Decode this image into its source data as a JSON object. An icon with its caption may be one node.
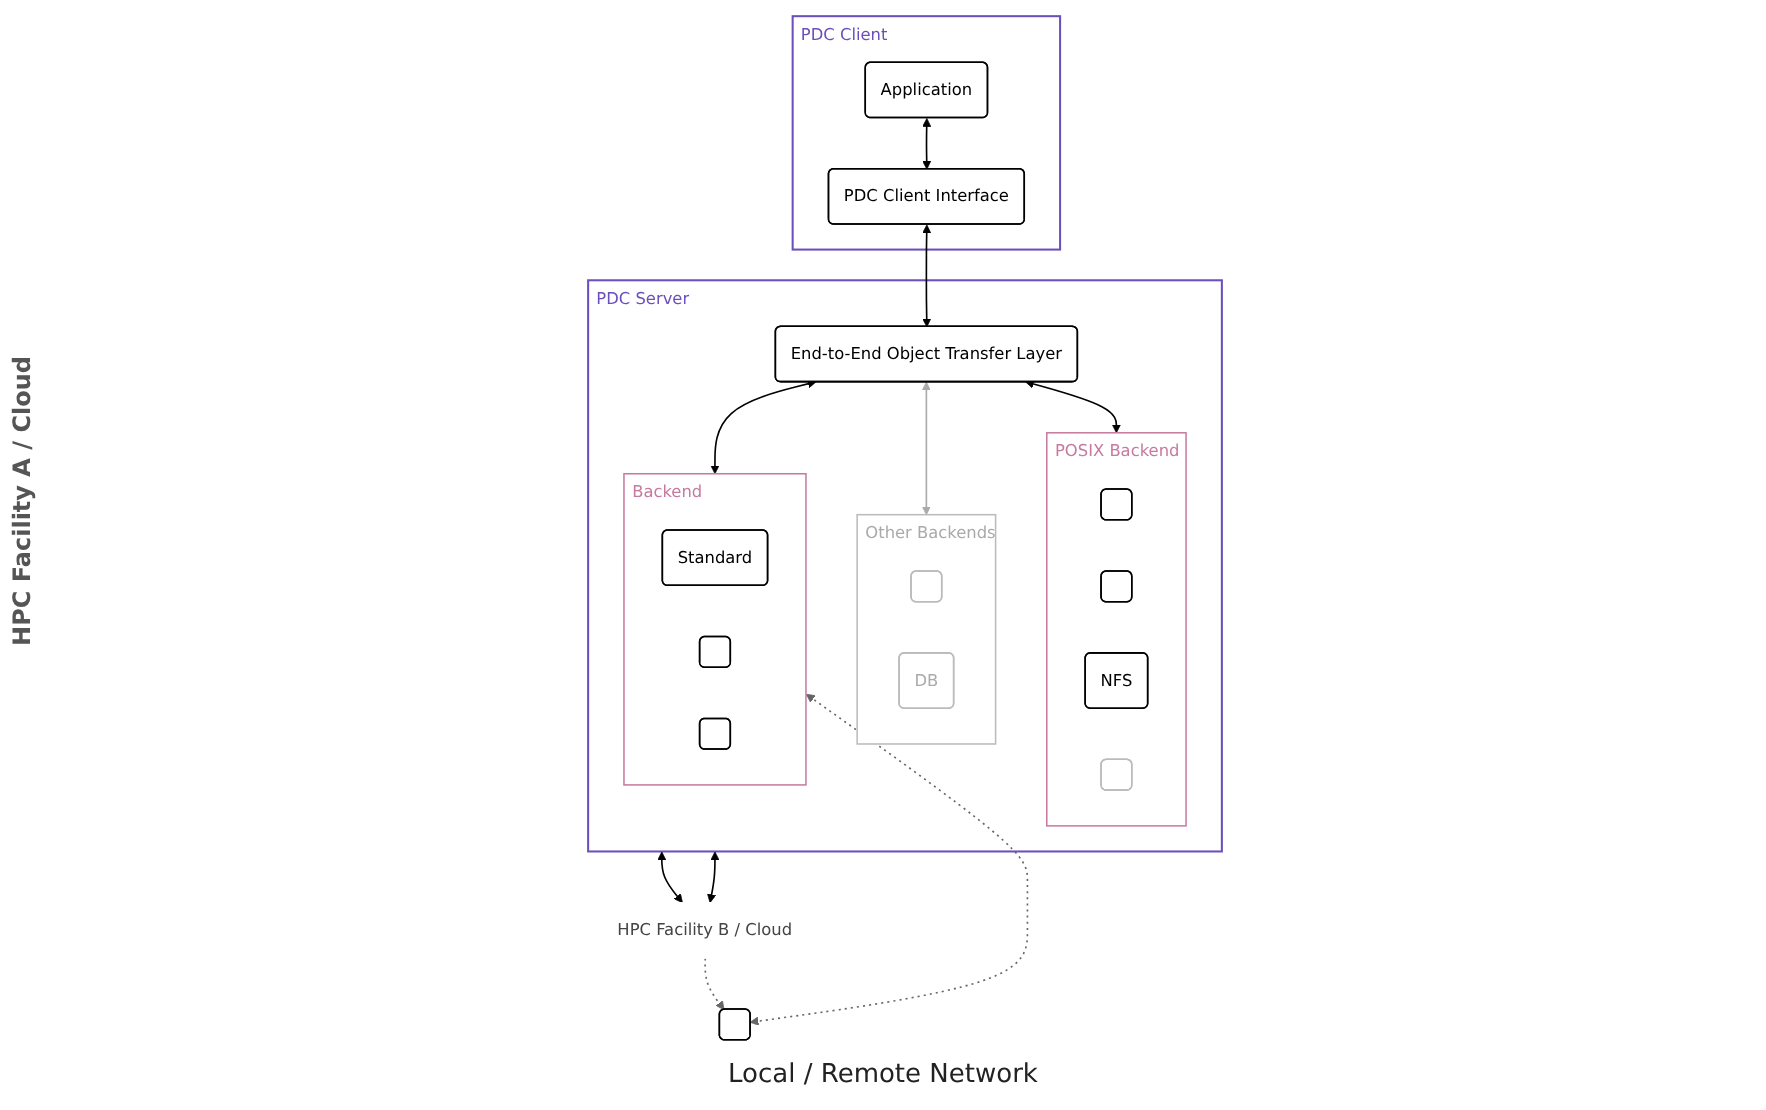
{
  "diagram": {
    "nodes": [
      {
        "text": [
          "PDC Client"
        ]
      },
      {
        "text": [
          "Application"
        ],
        "in": 0
      },
      {
        "text": [
          "PDC Client Interface"
        ],
        "in": 0
      },
      {
        "text": [
          "PDC Server"
        ]
      },
      {
        "text": [
          "End-to-End Object Transfer Layer"
        ],
        "in": 3
      },
      {
        "text": [
          "POSIX Backend"
        ],
        "in": 3
      },
      {
        "text": [],
        "shape": "box",
        "in": 5
      },
      {
        "text": [],
        "shape": "box",
        "in": 5
      },
      {
        "text": [
          "NFS"
        ],
        "in": 5
      },
      {
        "text": [],
        "shape": "box",
        "in": 5
      },
      {
        "text": [
          "Other Backends"
        ],
        "in": 3
      },
      {
        "text": [],
        "shape": "box",
        "in": 10
      },
      {
        "text": [
          "DB"
        ],
        "in": 10
      },
      {
        "text": [
          "Backend"
        ],
        "in": 3
      },
      {
        "text": [
          "Standard"
        ],
        "in": 13
      },
      {
        "text": [],
        "shape": "box",
        "in": 13
      },
      {
        "text": [],
        "shape": "box",
        "in": 13
      },
      {
        "text": [],
        "shape": "box"
      },
      {
        "text": [
          "HPC Facility B / Cloud"
        ]
      }
    ],
    "edges": [
      {
        "from": 1,
        "to": 2,
        "arrow": "both"
      },
      {
        "from": 2,
        "to": 4,
        "arrow": "both"
      },
      {
        "from": 4,
        "to": 5,
        "arrow": "both"
      },
      {
        "from": 4,
        "to": 10,
        "arrow": "both",
        "color": "#aaaaaa"
      },
      {
        "from": 4,
        "to": 13,
        "arrow": "both"
      },
      {
        "from": 13,
        "to": 17,
        "arrow": "both",
        "style": "dashed",
        "color": "#666666"
      },
      {
        "from": 3,
        "to": 18,
        "arrow": "both"
      },
      {
        "from": 3,
        "to": 18,
        "arrow": "both"
      },
      {
        "from": 18,
        "to": 17,
        "arrow": "to",
        "style": "dashed",
        "color": "#666666"
      }
    ],
    "labels": [
      "HPC Facility A / Cloud",
      "Local / Remote Network"
    ]
  }
}
